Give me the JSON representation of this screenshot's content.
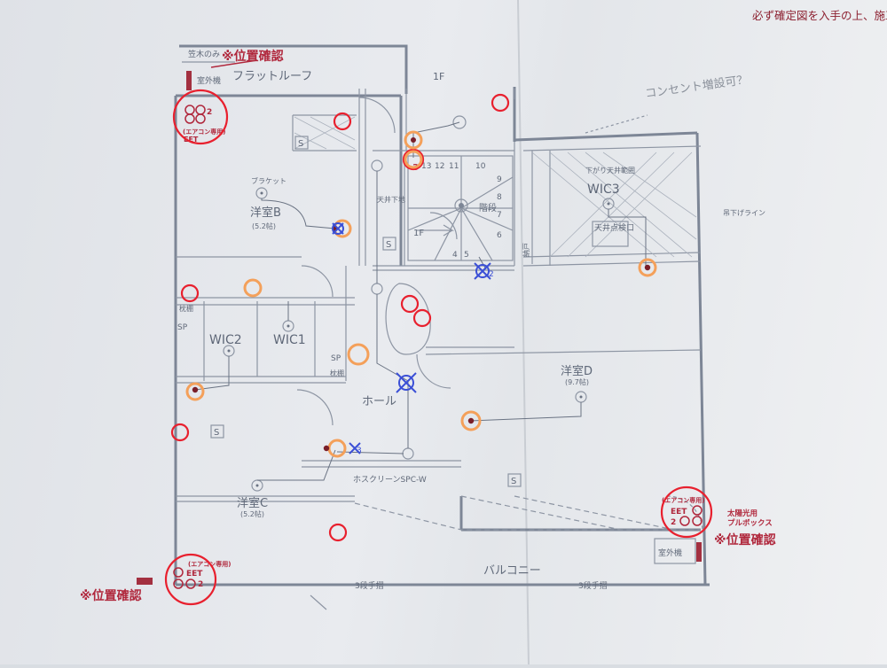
{
  "header": {
    "note_line1": "",
    "note_line2": "必ず確定図を入手の上、施工願"
  },
  "confirm_label": "※位置確認",
  "handwritten_note": "コンセント増設可？",
  "rooms": {
    "flat_roof": "フラットルーフ",
    "kasagi_only": "笠木のみ",
    "outdoor_unit": "室外機",
    "western_b": "洋室B",
    "western_b_size": "(5.2帖)",
    "western_c": "洋室C",
    "western_c_size": "(5.2帖)",
    "western_d": "洋室D",
    "western_d_size": "(9.7帖)",
    "wic1": "WIC1",
    "wic2": "WIC2",
    "wic3": "WIC3",
    "hall": "ホール",
    "balcony": "バルコニー",
    "stairs_down": "1F",
    "stairs_down2": "1F",
    "stairs_label": "階段",
    "attic": "天井点検口",
    "storage": "納戸",
    "shelf": "枕棚",
    "sp": "SP",
    "ceiling_lower": "下がり天井範囲",
    "bracket_light": "ブラケット",
    "floor_three_steps": "3段手摺",
    "floor_three_steps2": "3段手摺",
    "hang_line": "吊下げライン",
    "steps_label": "天井下地",
    "spc_w": "ホスクリーンSPC-W"
  },
  "outlets": {
    "eet_aircon": "EET",
    "aircon_use": "(エアコン専用)",
    "solar_pull": "太陽光用\nプルボックス",
    "solar_pull_line1": "太陽光用",
    "solar_pull_line2": "プルボックス",
    "eet_num": "2",
    "num3": "3",
    "num2": "2"
  },
  "stair_numbers": [
    "10",
    "11",
    "12",
    "13",
    "9",
    "8",
    "7",
    "6",
    "5",
    "4"
  ],
  "colors": {
    "markup_red": "#e8202e",
    "markup_orange": "#f4a05a",
    "markup_blue": "#3b4fd6",
    "print_red": "#b0273c",
    "line_gray": "#7d8696"
  }
}
